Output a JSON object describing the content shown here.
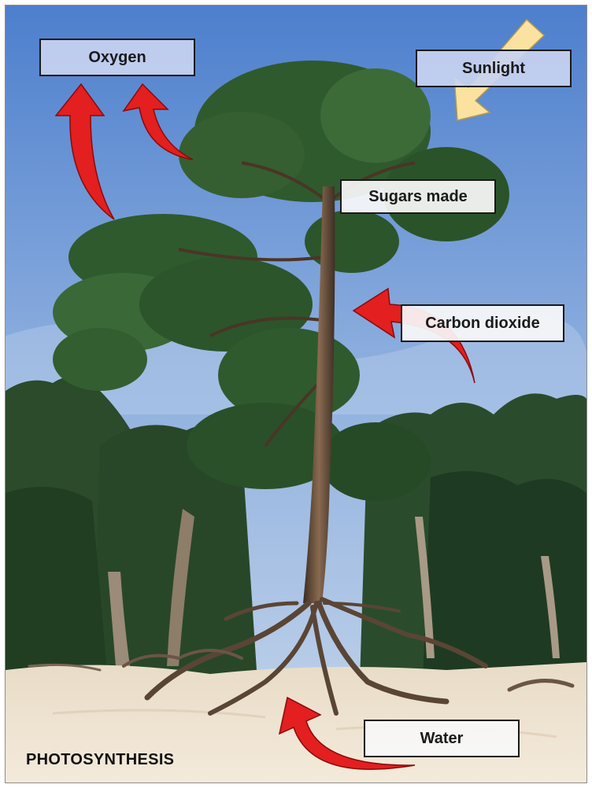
{
  "figure": {
    "title": "PHOTOSYNTHESIS",
    "labels": {
      "oxygen": "Oxygen",
      "sunlight": "Sunlight",
      "sugars": "Sugars made",
      "carbon_dioxide": "Carbon dioxide",
      "water": "Water"
    }
  },
  "colors": {
    "sky": "#7fa3d9",
    "foliage": "#2f5a2e",
    "sand": "#efe3cf",
    "arrow_red": "#e31f1f",
    "sunlight_arrow": "#fbe2a0",
    "label_blue": "#c8d2f0"
  },
  "icons": {
    "sunlight_arrow": "sunlight-arrow-icon",
    "red_arrows": "curved-arrow-icon"
  }
}
